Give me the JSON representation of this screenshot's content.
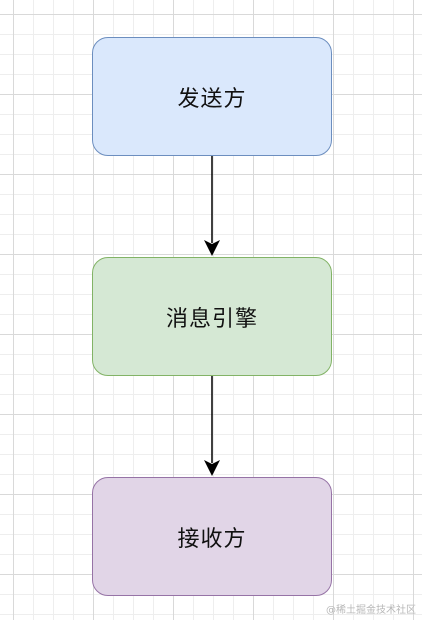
{
  "diagram": {
    "nodes": [
      {
        "label": "发送方",
        "fill": "#dae8fc",
        "stroke": "#6c8ebf"
      },
      {
        "label": "消息引擎",
        "fill": "#d5e8d4",
        "stroke": "#82b366"
      },
      {
        "label": "接收方",
        "fill": "#e1d5e7",
        "stroke": "#9673a6"
      }
    ],
    "edges": [
      {
        "from": "发送方",
        "to": "消息引擎"
      },
      {
        "from": "消息引擎",
        "to": "接收方"
      }
    ],
    "edge_color": "#000000",
    "grid_color": "#d9d9d9"
  },
  "watermark": "@稀土掘金技术社区"
}
